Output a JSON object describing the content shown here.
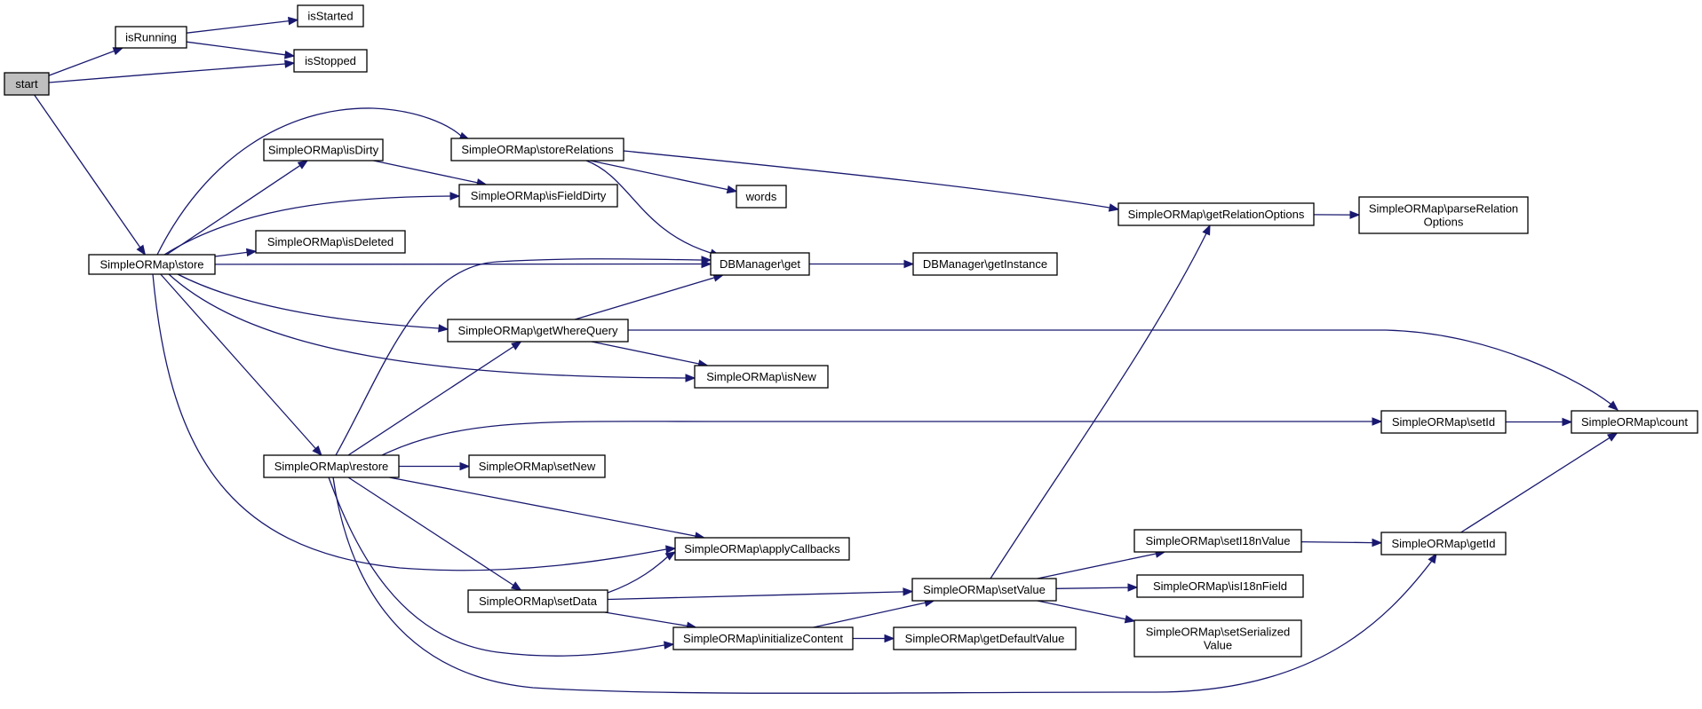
{
  "colors": {
    "edge": "#191970",
    "node_fill": "#ffffff",
    "start_fill": "#bfbfbf",
    "border": "#000000"
  },
  "nodes": {
    "start": [
      "start"
    ],
    "isRunning": [
      "isRunning"
    ],
    "isStarted": [
      "isStarted"
    ],
    "isStopped": [
      "isStopped"
    ],
    "store": [
      "SimpleORMap\\store"
    ],
    "storeRelations": [
      "SimpleORMap\\storeRelations"
    ],
    "isDirty": [
      "SimpleORMap\\isDirty"
    ],
    "isFieldDirty": [
      "SimpleORMap\\isFieldDirty"
    ],
    "words": [
      "words"
    ],
    "getRelationOptions": [
      "SimpleORMap\\getRelationOptions"
    ],
    "parseRelationOptions": [
      "SimpleORMap\\parseRelation",
      "Options"
    ],
    "isDeleted": [
      "SimpleORMap\\isDeleted"
    ],
    "dbGet": [
      "DBManager\\get"
    ],
    "getInstance": [
      "DBManager\\getInstance"
    ],
    "getWhereQuery": [
      "SimpleORMap\\getWhereQuery"
    ],
    "isNew": [
      "SimpleORMap\\isNew"
    ],
    "restore": [
      "SimpleORMap\\restore"
    ],
    "setNew": [
      "SimpleORMap\\setNew"
    ],
    "setId": [
      "SimpleORMap\\setId"
    ],
    "count": [
      "SimpleORMap\\count"
    ],
    "applyCallbacks": [
      "SimpleORMap\\applyCallbacks"
    ],
    "setData": [
      "SimpleORMap\\setData"
    ],
    "setValue": [
      "SimpleORMap\\setValue"
    ],
    "setI18nValue": [
      "SimpleORMap\\setI18nValue"
    ],
    "getId": [
      "SimpleORMap\\getId"
    ],
    "isI18nField": [
      "SimpleORMap\\isI18nField"
    ],
    "setSerializedValue": [
      "SimpleORMap\\setSerialized",
      "Value"
    ],
    "initializeContent": [
      "SimpleORMap\\initializeContent"
    ],
    "getDefaultValue": [
      "SimpleORMap\\getDefaultValue"
    ]
  },
  "edges": [
    [
      "start",
      "isRunning"
    ],
    [
      "start",
      "isStopped"
    ],
    [
      "start",
      "store"
    ],
    [
      "isRunning",
      "isStarted"
    ],
    [
      "isRunning",
      "isStopped"
    ],
    [
      "store",
      "storeRelations"
    ],
    [
      "store",
      "isDirty"
    ],
    [
      "store",
      "isFieldDirty"
    ],
    [
      "store",
      "isDeleted"
    ],
    [
      "store",
      "dbGet"
    ],
    [
      "store",
      "getWhereQuery"
    ],
    [
      "store",
      "isNew"
    ],
    [
      "store",
      "restore"
    ],
    [
      "store",
      "applyCallbacks"
    ],
    [
      "isDirty",
      "isFieldDirty"
    ],
    [
      "storeRelations",
      "words"
    ],
    [
      "storeRelations",
      "getRelationOptions"
    ],
    [
      "storeRelations",
      "dbGet"
    ],
    [
      "getRelationOptions",
      "parseRelationOptions"
    ],
    [
      "dbGet",
      "getInstance"
    ],
    [
      "getWhereQuery",
      "dbGet"
    ],
    [
      "getWhereQuery",
      "isNew"
    ],
    [
      "getWhereQuery",
      "count"
    ],
    [
      "restore",
      "dbGet"
    ],
    [
      "restore",
      "getWhereQuery"
    ],
    [
      "restore",
      "setId"
    ],
    [
      "restore",
      "setNew"
    ],
    [
      "restore",
      "applyCallbacks"
    ],
    [
      "restore",
      "setData"
    ],
    [
      "restore",
      "initializeContent"
    ],
    [
      "restore",
      "getId"
    ],
    [
      "setId",
      "count"
    ],
    [
      "getId",
      "count"
    ],
    [
      "setData",
      "applyCallbacks"
    ],
    [
      "setData",
      "setValue"
    ],
    [
      "setData",
      "initializeContent"
    ],
    [
      "initializeContent",
      "setValue"
    ],
    [
      "initializeContent",
      "getDefaultValue"
    ],
    [
      "setValue",
      "getRelationOptions"
    ],
    [
      "setValue",
      "setI18nValue"
    ],
    [
      "setValue",
      "isI18nField"
    ],
    [
      "setValue",
      "setSerializedValue"
    ],
    [
      "setI18nValue",
      "getId"
    ]
  ]
}
